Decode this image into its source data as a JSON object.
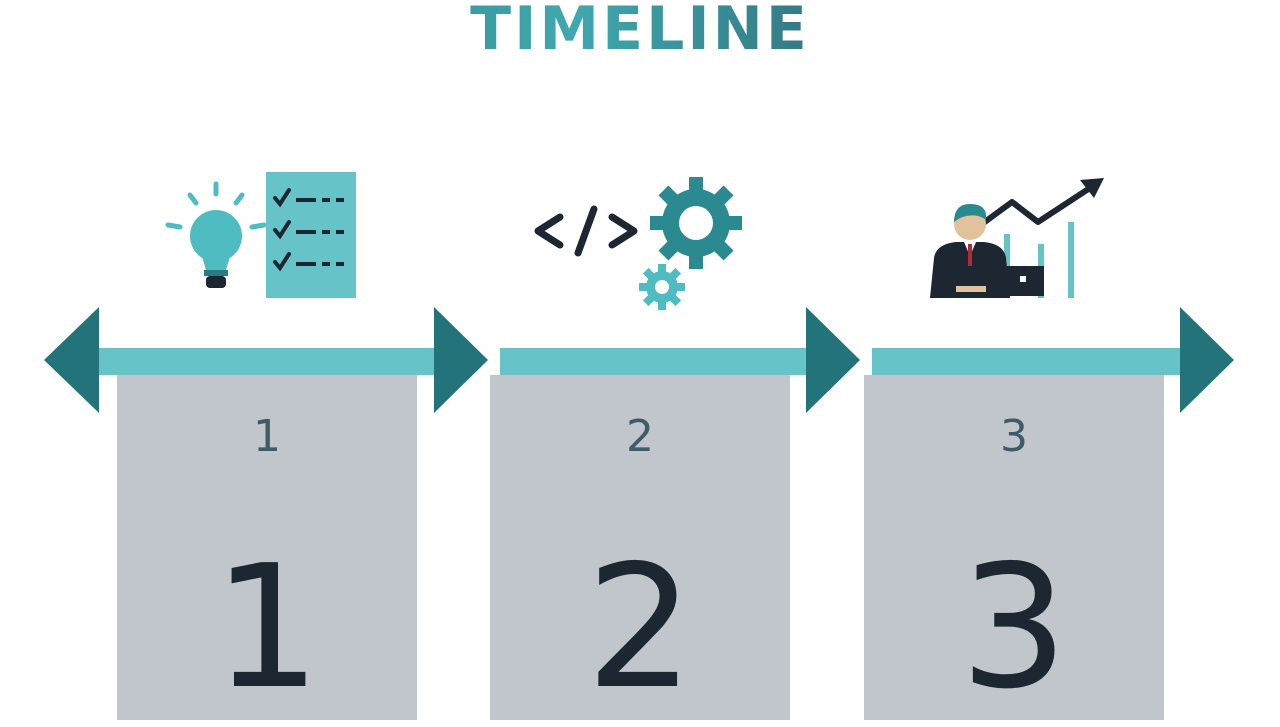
{
  "title": "TIMELINE",
  "colors": {
    "teal_light": "#66c4c9",
    "teal_dark": "#1f6f74",
    "card_gray": "#c0c6cb",
    "text_dark": "#1c2732"
  },
  "steps": [
    {
      "label": "1",
      "number": "1",
      "icon": "idea-checklist-icon"
    },
    {
      "label": "2",
      "number": "2",
      "icon": "code-gears-icon"
    },
    {
      "label": "3",
      "number": "3",
      "icon": "businessman-growth-chart-icon"
    }
  ]
}
